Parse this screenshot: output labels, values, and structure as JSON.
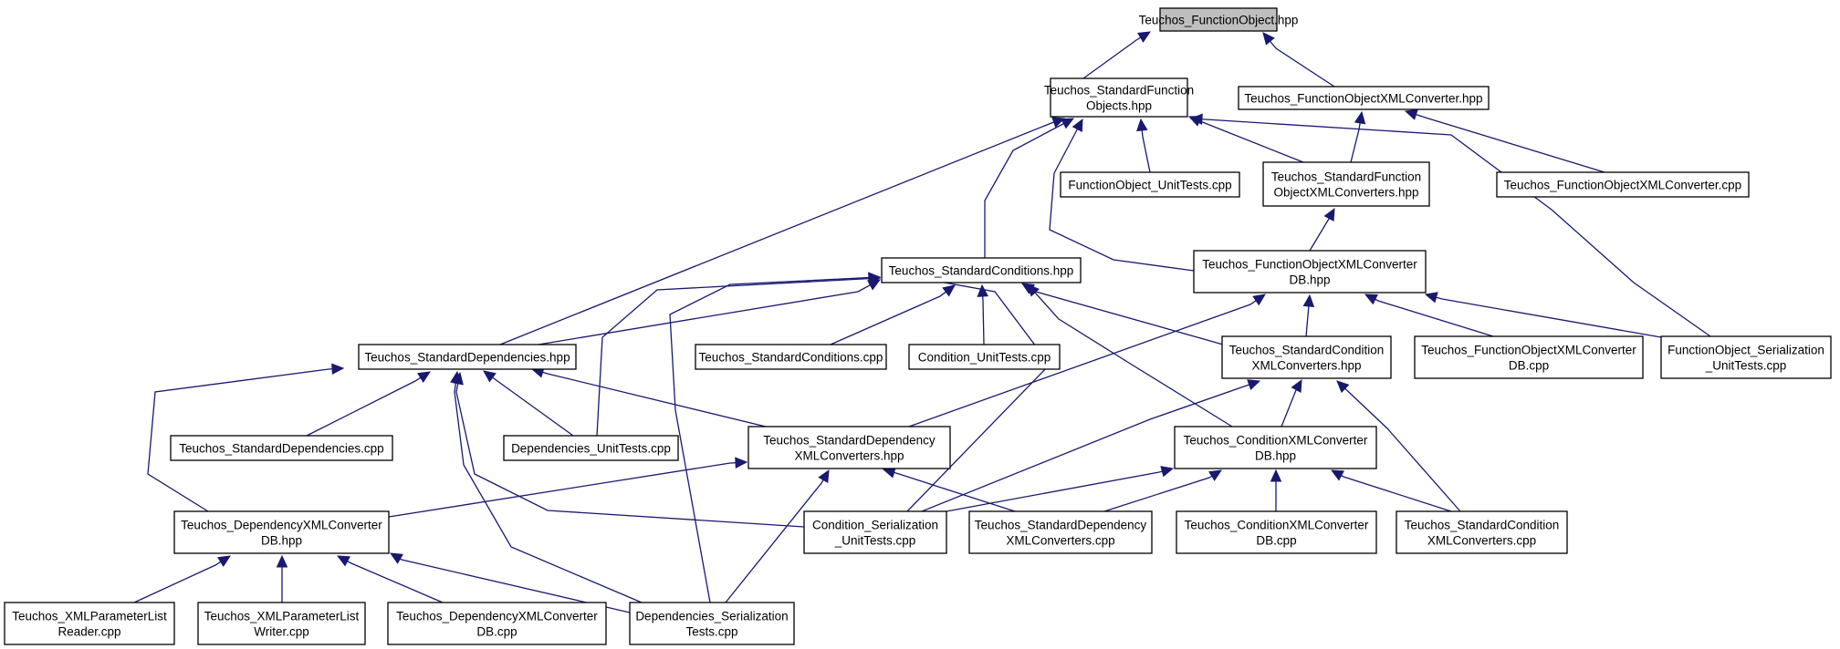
{
  "graph": {
    "nodes": {
      "root": [
        "Teuchos_FunctionObject.hpp"
      ],
      "sfo": [
        "Teuchos_StandardFunction",
        "Objects.hpp"
      ],
      "foxc": [
        "Teuchos_FunctionObjectXMLConverter.hpp"
      ],
      "fout": [
        "FunctionObject_UnitTests.cpp"
      ],
      "sfoxc": [
        "Teuchos_StandardFunction",
        "ObjectXMLConverters.hpp"
      ],
      "foxccpp": [
        "Teuchos_FunctionObjectXMLConverter.cpp"
      ],
      "scond": [
        "Teuchos_StandardConditions.hpp"
      ],
      "foxcdb": [
        "Teuchos_FunctionObjectXMLConverter",
        "DB.hpp"
      ],
      "sdep": [
        "Teuchos_StandardDependencies.hpp"
      ],
      "scondcpp": [
        "Teuchos_StandardConditions.cpp"
      ],
      "condut": [
        "Condition_UnitTests.cpp"
      ],
      "scxc": [
        "Teuchos_StandardCondition",
        "XMLConverters.hpp"
      ],
      "foxcdbcpp": [
        "Teuchos_FunctionObjectXMLConverter",
        "DB.cpp"
      ],
      "foser": [
        "FunctionObject_Serialization",
        "_UnitTests.cpp"
      ],
      "sdepcpp": [
        "Teuchos_StandardDependencies.cpp"
      ],
      "deput": [
        "Dependencies_UnitTests.cpp"
      ],
      "sdxc": [
        "Teuchos_StandardDependency",
        "XMLConverters.hpp"
      ],
      "cxcdb": [
        "Teuchos_ConditionXMLConverter",
        "DB.hpp"
      ],
      "dxcdb": [
        "Teuchos_DependencyXMLConverter",
        "DB.hpp"
      ],
      "condser": [
        "Condition_Serialization",
        "_UnitTests.cpp"
      ],
      "sdxccpp": [
        "Teuchos_StandardDependency",
        "XMLConverters.cpp"
      ],
      "cxcdbcpp": [
        "Teuchos_ConditionXMLConverter",
        "DB.cpp"
      ],
      "scxccpp": [
        "Teuchos_StandardCondition",
        "XMLConverters.cpp"
      ],
      "xplr": [
        "Teuchos_XMLParameterList",
        "Reader.cpp"
      ],
      "xplw": [
        "Teuchos_XMLParameterList",
        "Writer.cpp"
      ],
      "dxcdbcpp": [
        "Teuchos_DependencyXMLConverter",
        "DB.cpp"
      ],
      "depser": [
        "Dependencies_Serialization",
        "Tests.cpp"
      ]
    },
    "root_node": "root",
    "edge_color": "#191970",
    "root_fill": "#bfbfbf"
  }
}
